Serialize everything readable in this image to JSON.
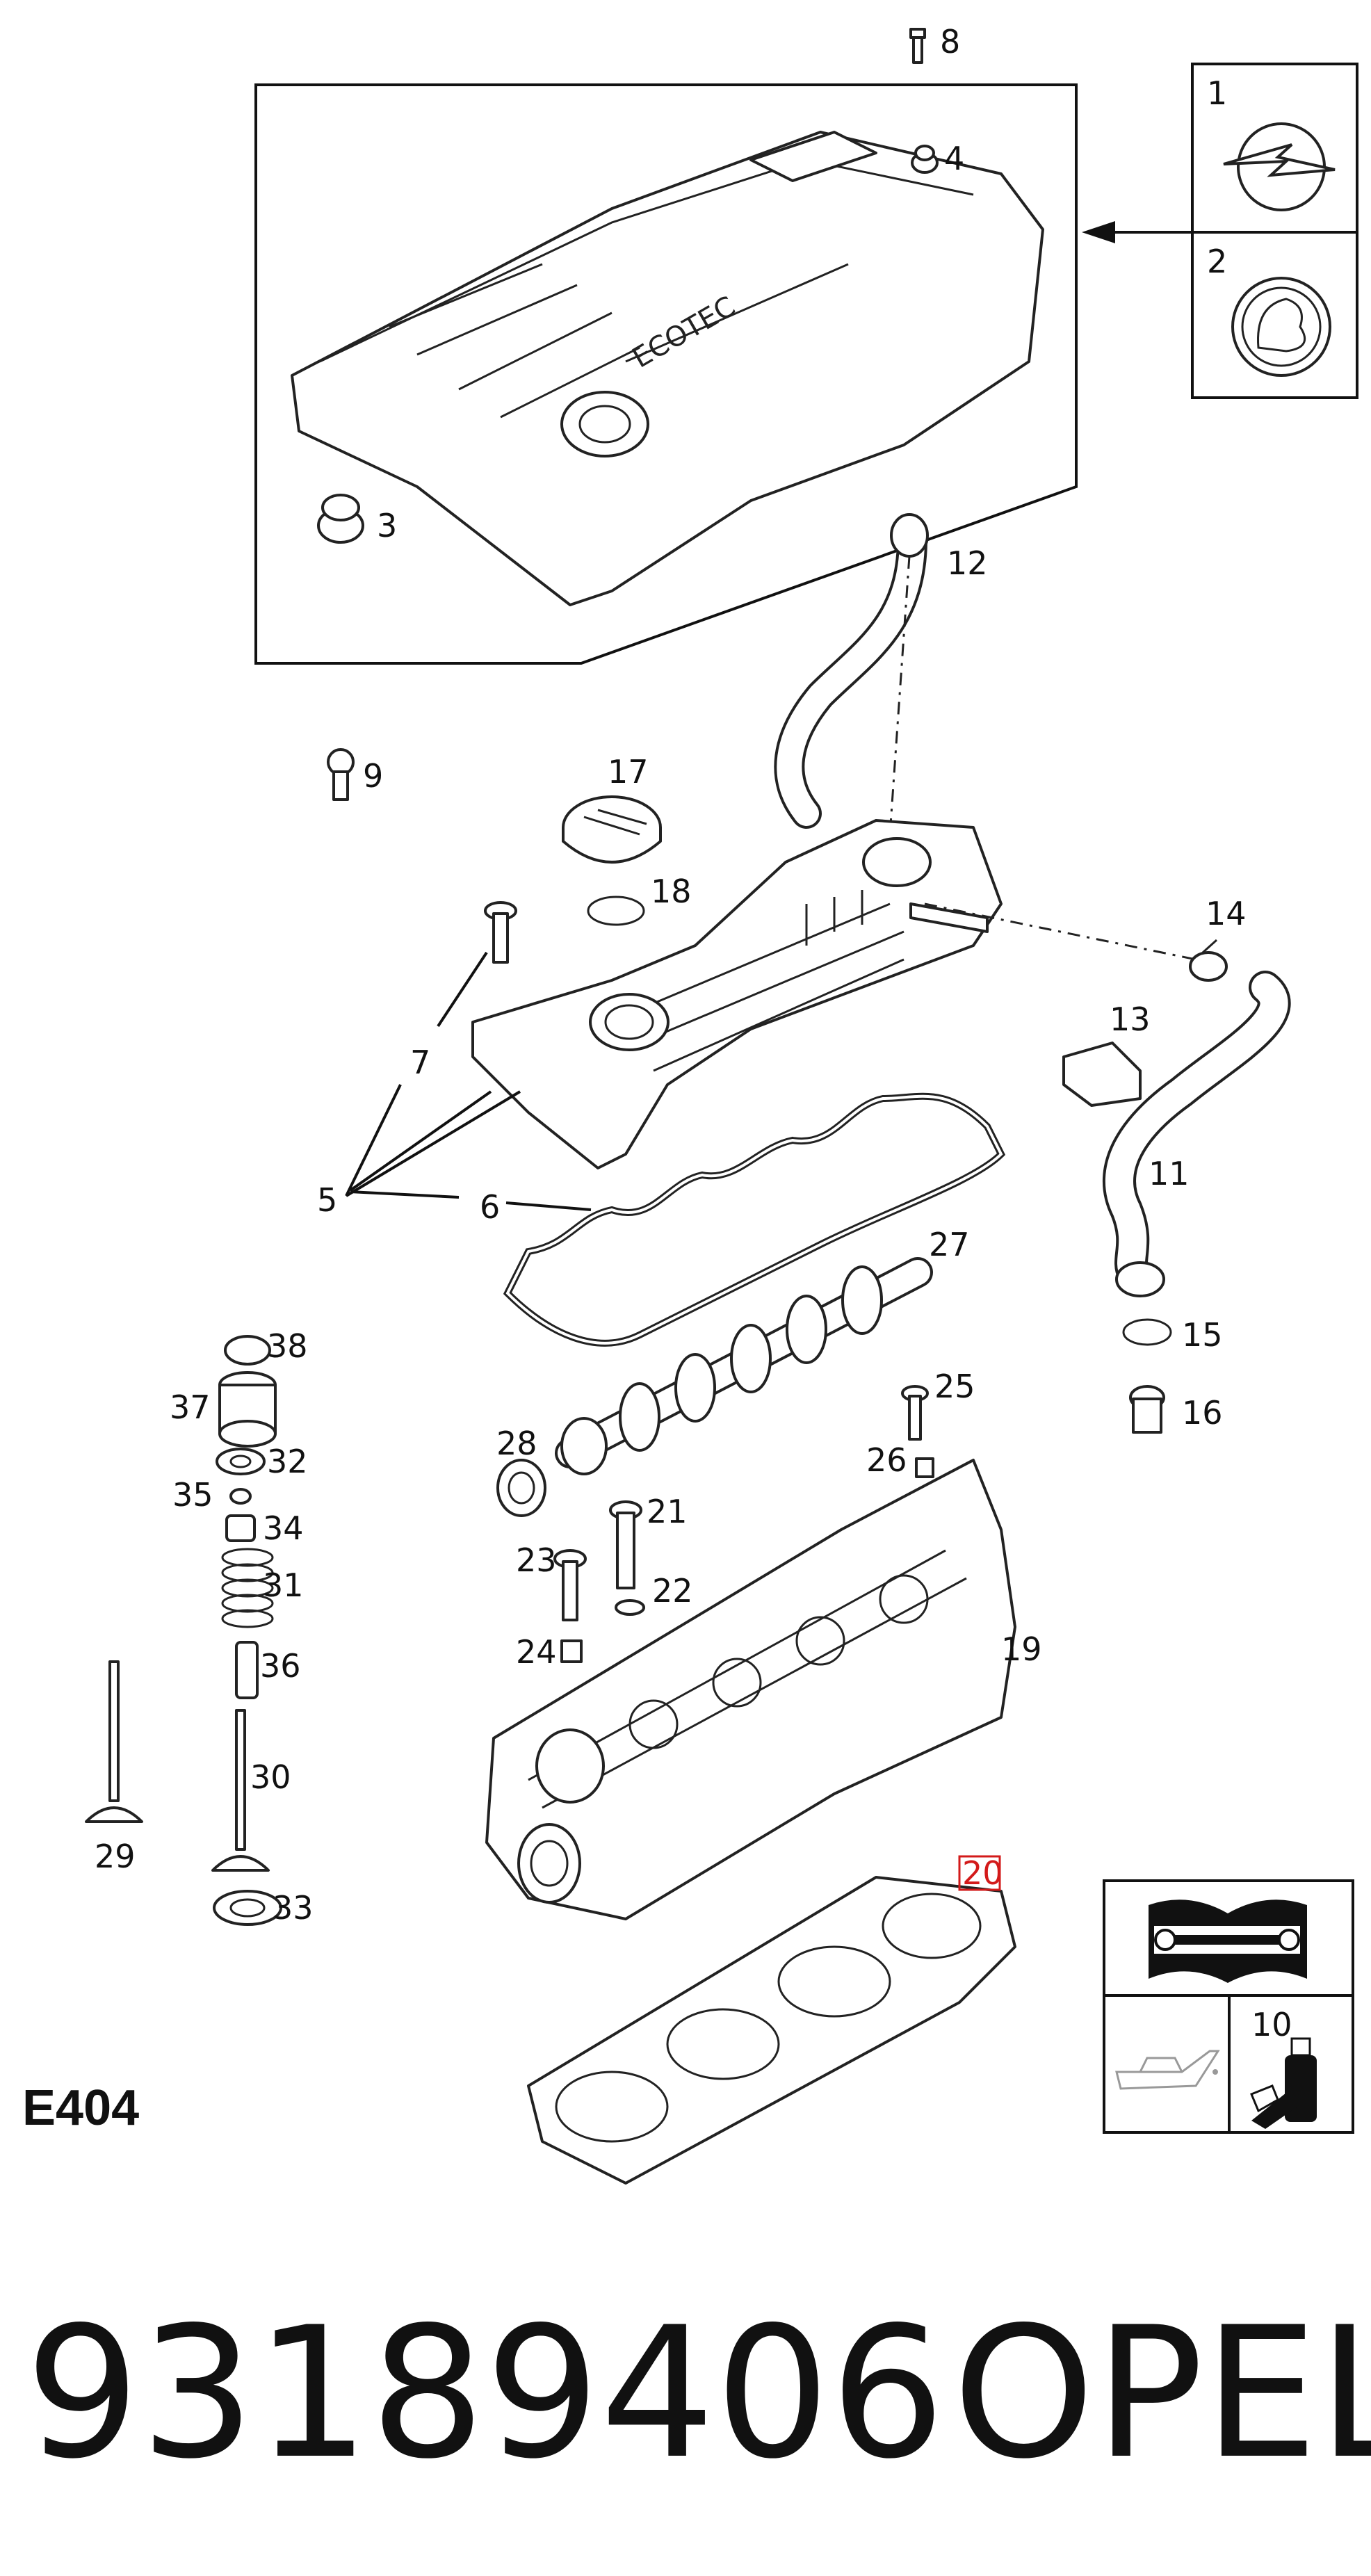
{
  "diagram": {
    "code": "E404",
    "part_number": "93189406",
    "brand": "OPEL",
    "callouts": [
      "1",
      "2",
      "3",
      "4",
      "5",
      "6",
      "7",
      "8",
      "9",
      "10",
      "11",
      "12",
      "13",
      "14",
      "15",
      "16",
      "17",
      "18",
      "19",
      "20",
      "21",
      "22",
      "23",
      "24",
      "25",
      "26",
      "27",
      "28",
      "29",
      "30",
      "31",
      "32",
      "33",
      "34",
      "35",
      "36",
      "37",
      "38"
    ],
    "highlighted_callout": "20",
    "emblem_text": "ECOTEC",
    "icons": [
      "opel-emblem-icon",
      "vauxhall-emblem-icon",
      "service-manual-icon",
      "oil-can-icon",
      "sealant-tube-icon"
    ]
  }
}
